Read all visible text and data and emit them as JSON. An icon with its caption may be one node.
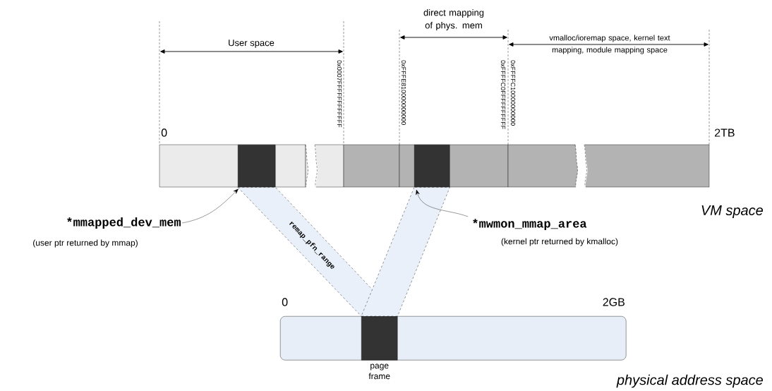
{
  "diagram": {
    "nodes": [
      {
        "text": [],
        "shape": "box"
      },
      {
        "text": [],
        "shape": "box"
      },
      {
        "text": [
          "*mmapped_dev_mem",
          "(user ptr returned by mmap)"
        ]
      },
      {
        "text": [
          "*mwmon_mmap_area",
          "(kernel ptr returned by kmalloc)"
        ]
      },
      {
        "text": [],
        "shape": "bar"
      },
      {
        "text": [],
        "shape": "box",
        "in": 4,
        "beside": [
          "page frame"
        ]
      }
    ],
    "edges": [
      {
        "from": 2,
        "to": 0,
        "arrow": "to"
      },
      {
        "from": 3,
        "to": 1,
        "arrow": "to"
      },
      {
        "from": 0,
        "to": 5,
        "arrow": "none",
        "style": "dashed",
        "label": "remap_pfn_range"
      },
      {
        "from": 1,
        "to": 5,
        "arrow": "none",
        "style": "dashed"
      }
    ],
    "labels": [
      "direct mapping of phys. mem",
      "User space",
      "vmalloc/ioremap space, kernel text mapping, module mapping space",
      "0x0007FFFFFFFFFFFF",
      "0xFFFE810000000000",
      "0xFFFFC0FFFFFFFFFF",
      "0xFFFFC10000000000",
      "0",
      "2TB",
      "VM space",
      "0",
      "2GB",
      "physical address space"
    ]
  }
}
